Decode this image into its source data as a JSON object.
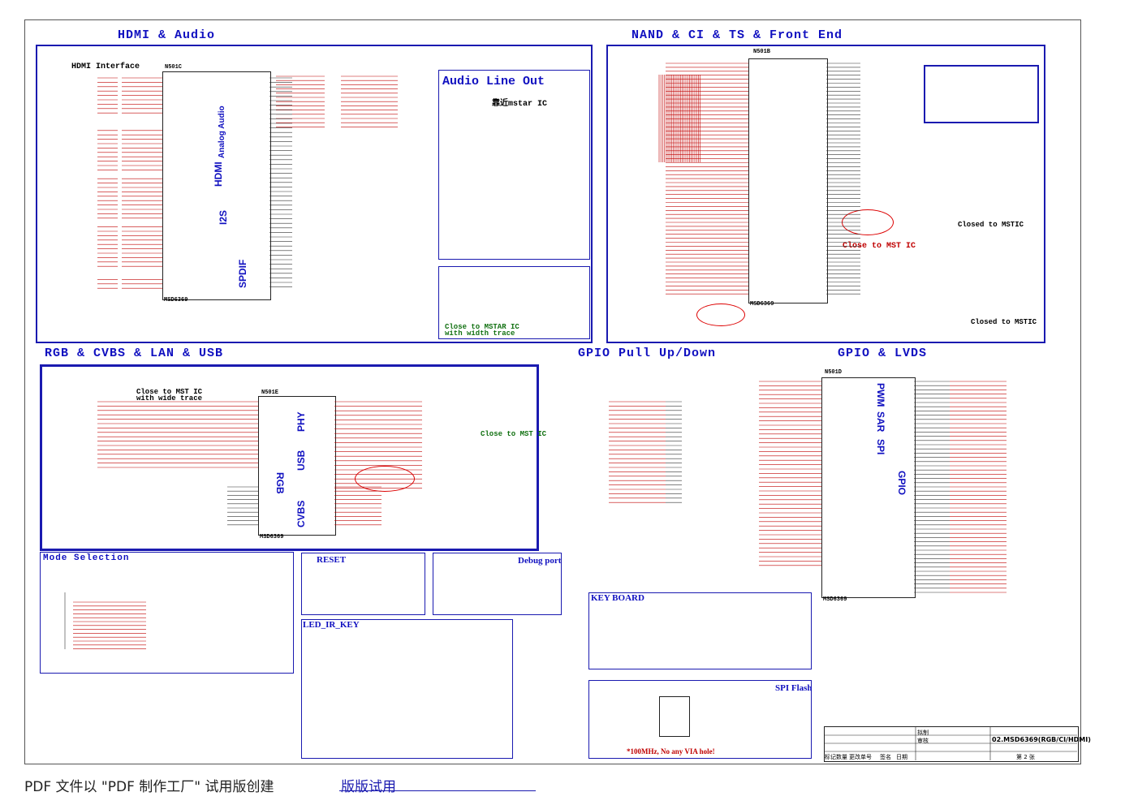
{
  "sections": {
    "hdmi_audio": "HDMI & Audio",
    "nand": "NAND & CI & TS & Front End",
    "rgb": "RGB & CVBS & LAN & USB",
    "gpio_pull": "GPIO Pull Up/Down",
    "gpio_lvds": "GPIO & LVDS",
    "mode": "Mode Selection",
    "reset": "RESET",
    "debug": "Debug port",
    "key": "KEY BOARD",
    "led_ir": "LED_IR_KEY",
    "spi": "SPI Flash",
    "audio_line_out": "Audio Line Out"
  },
  "labels": {
    "hdmi_interface": "HDMI Interface",
    "chip_n501c": "N501C",
    "chip_n501b": "N501B",
    "chip_n501e": "N501E",
    "chip_n501d": "N501D",
    "msd": "MSD6369",
    "mstar_ic": "靠近mstar IC",
    "close_mstar_ic_width": "Close to MSTAR IC",
    "with_width_trace": "with width trace",
    "close_mst_ic": "Close to MST IC",
    "close_mst_ic2": "Close to MST IC",
    "close_mstic": "Closed to MSTIC",
    "close_mstic2": "Closed to MSTIC",
    "close_wide": "Close to MST IC",
    "with_wide_trace": "with wide trace",
    "close_mst_ic_rgb": "Close to MST IC",
    "spi_note": "*100MHz, No any VIA hole!",
    "side_hdmi": "HDMI",
    "side_analog_audio": "Analog Audio",
    "side_i2s": "I2S",
    "side_spdif": "SPDIF",
    "side_phy": "PHY",
    "side_usb": "USB",
    "side_rgb": "RGB",
    "side_cvbs": "CVBS",
    "side_pwm": "PWM",
    "side_sar": "SAR",
    "side_spi": "SPI",
    "side_gpio": "GPIO"
  },
  "title_block": {
    "project": "02.MSD6369(RGB/CI/HDMI)",
    "drawn": "拟制",
    "review": "审核",
    "page": "第 2 张",
    "cols": [
      "标记",
      "数量",
      "更改单号",
      "签名",
      "日期"
    ]
  },
  "footer": {
    "text": "PDF 文件以 \"PDF 制作工厂\" 试用版创建",
    "link": "版版试用"
  }
}
